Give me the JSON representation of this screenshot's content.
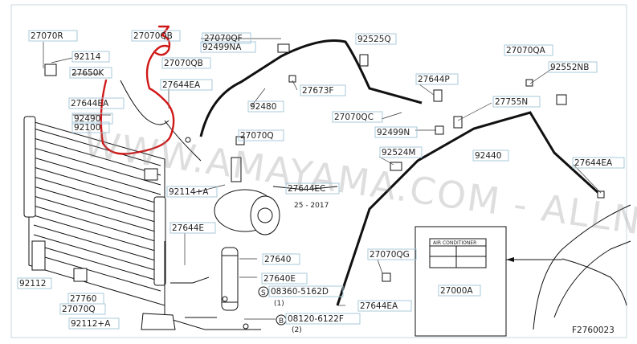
{
  "labels": {
    "l01": "27070R",
    "l02": "92114",
    "l03": "27650K",
    "l04": "27644EA",
    "l05": "92490",
    "l06": "92100",
    "l07": "27070QB",
    "l08": "27070QB",
    "l09": "27644EA",
    "l10": "27070QF",
    "l11": "92499NA",
    "l12": "92525Q",
    "l13": "27673F",
    "l14": "92480",
    "l15": "27070QA",
    "l16": "92552NB",
    "l17": "27644P",
    "l18": "27755N",
    "l19": "27070QC",
    "l20": "92499N",
    "l21": "27070Q",
    "l22": "92524M",
    "l23": "92440",
    "l24": "27644EA",
    "l25": "27644EC",
    "l26": "92114+A",
    "l27": "27644E",
    "l28": "27070QG",
    "l29": "27640",
    "l30": "27640E",
    "l31": "08360-5162D",
    "l32": "(1)",
    "l33": "27644EA",
    "l34": "08120-6122F",
    "l35": "(2)",
    "l36": "27000A",
    "l37": "92112",
    "l38": "27760",
    "l39": "27070Q",
    "l40": "92112+A",
    "l41": "F2760023",
    "l42": "25 - 2017"
  },
  "placard_title": "AIR CONDITIONER",
  "bolt_letters": {
    "s": "S",
    "b": "B"
  },
  "annotation_number": "3",
  "watermark": "WWW.AMAYAMA.COM - ALLNISSANCATS.RU"
}
